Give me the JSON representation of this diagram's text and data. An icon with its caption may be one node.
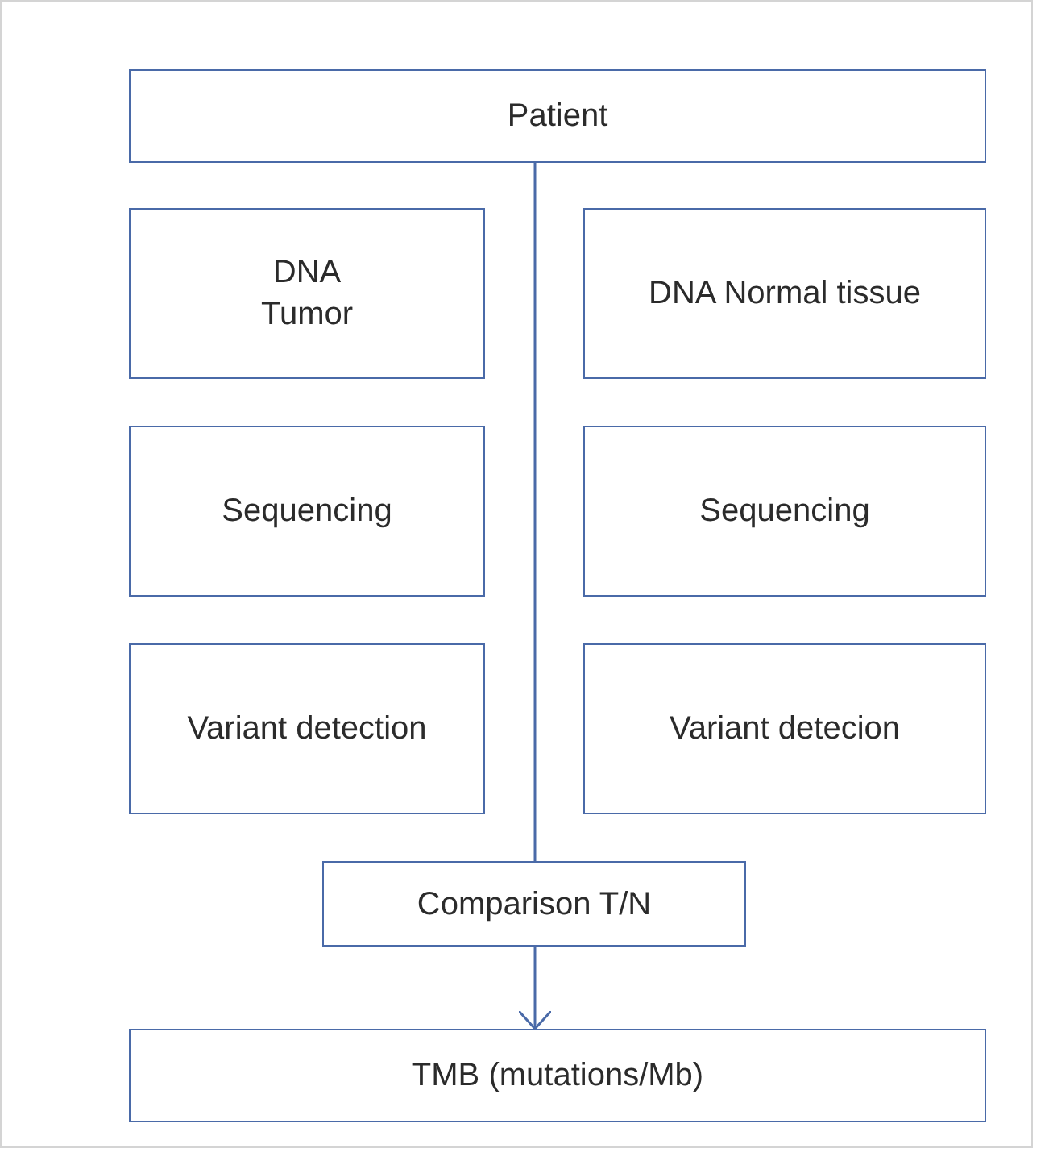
{
  "diagram": {
    "nodes": [
      {
        "text": [
          "Patient"
        ]
      },
      {
        "text": [
          "DNA Tumor"
        ]
      },
      {
        "text": [
          "DNA Normal tissue"
        ]
      },
      {
        "text": [
          "Sequencing"
        ]
      },
      {
        "text": [
          "Sequencing"
        ]
      },
      {
        "text": [
          "Variant detection"
        ]
      },
      {
        "text": [
          "Variant detecion"
        ]
      },
      {
        "text": [
          "Comparison T/N"
        ]
      },
      {
        "text": [
          "TMB (mutations/Mb)"
        ]
      }
    ],
    "edges": [
      {
        "from": 0,
        "to": 7,
        "arrow": "none"
      },
      {
        "from": 7,
        "to": 8,
        "arrow": "to"
      }
    ]
  }
}
